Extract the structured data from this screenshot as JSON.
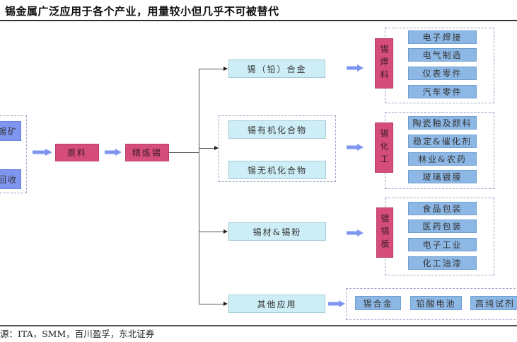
{
  "title": "锡金属广泛应用于各个产业，用量较小但几乎不可被替代",
  "source": "源：ITA，SMM，百川盈孚，东北证券",
  "sources": {
    "items": [
      "锡矿",
      "回收"
    ]
  },
  "flow": {
    "raw_material": "原料",
    "refined_tin": "精炼锡"
  },
  "products": {
    "alloy": "锡（铅）合金",
    "organic": "锡有机化合物",
    "inorganic": "锡无机化合物",
    "material_powder": "锡材&锡粉",
    "other": "其他应用"
  },
  "categories": {
    "solder": {
      "label": "锡焊料",
      "items": [
        "电子焊接",
        "电气制造",
        "仪表零件",
        "汽车零件"
      ]
    },
    "chemical": {
      "label": "锡化工",
      "items": [
        "陶瓷釉及颜料",
        "稳定&催化剂",
        "林业&农药",
        "玻璃镀膜"
      ]
    },
    "tinplate": {
      "label": "镀锡板",
      "items": [
        "食品包装",
        "医药包装",
        "电子工业",
        "化工油漆"
      ]
    },
    "other_apps": {
      "items": [
        "锡合金",
        "铅酸电池",
        "高纯试剂"
      ]
    }
  },
  "colors": {
    "source_box": "#7f96f0",
    "process_box": "#d64d7c",
    "product_box": "#cdeef6",
    "application_box": "#8db8e6",
    "arrow": "#7f96f0"
  }
}
